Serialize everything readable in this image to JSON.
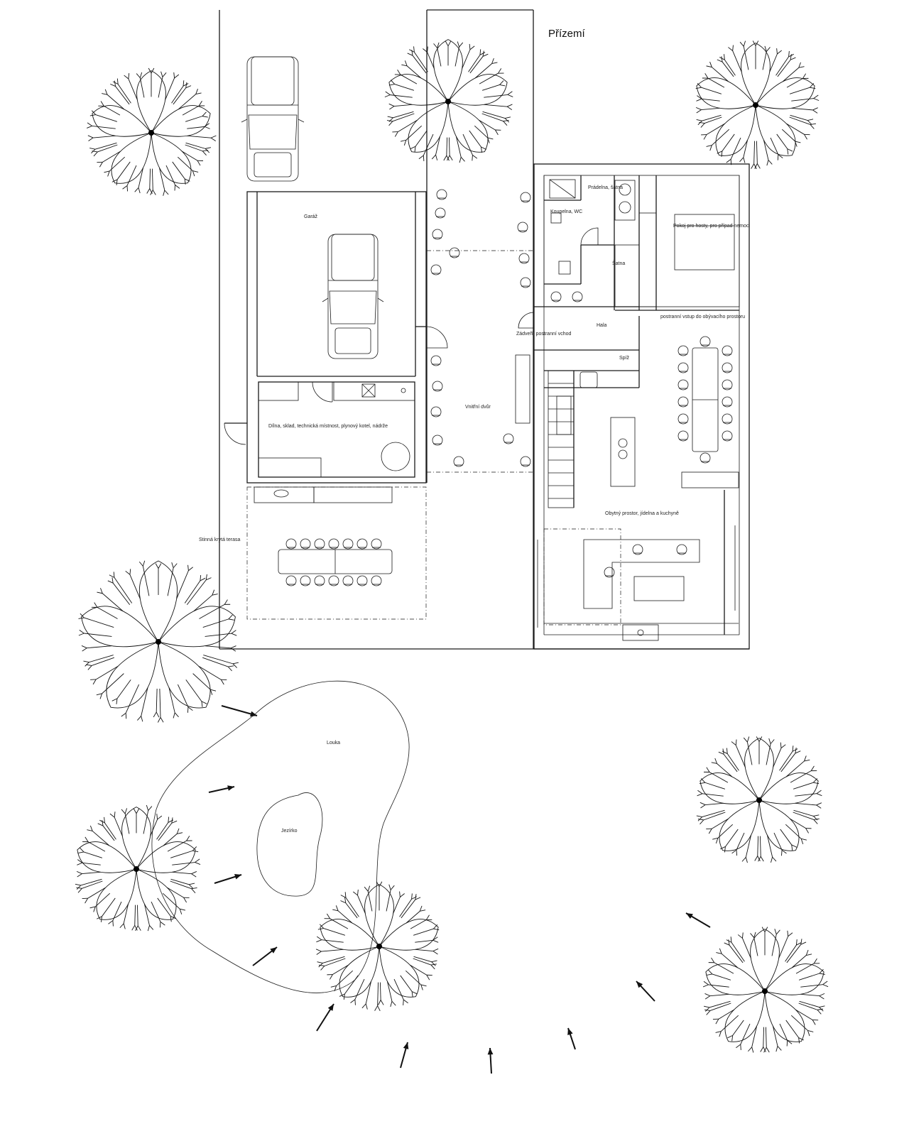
{
  "title": "Přízemí",
  "rooms": [
    {
      "id": "garage",
      "label": "Garáž"
    },
    {
      "id": "storage",
      "label": "Dílna, sklad, technická místnost, plynový kotel, nádrže"
    },
    {
      "id": "terrace",
      "label": "Stinná krytá terasa"
    },
    {
      "id": "atrium",
      "label": "Vnitřní dvůr"
    },
    {
      "id": "laundry",
      "label": "Prádelna, šatna"
    },
    {
      "id": "wc",
      "label": "Koupelna, WC"
    },
    {
      "id": "guest",
      "label": "Pokoj pro hosty, pro případ nemoci"
    },
    {
      "id": "hall",
      "label": "Hala"
    },
    {
      "id": "pantry",
      "label": "Spíž"
    },
    {
      "id": "closet",
      "label": "Šatna"
    },
    {
      "id": "entry",
      "label": "Zádveří, postranní vchod"
    },
    {
      "id": "dining",
      "label": "postranní vstup do obývacího prostoru"
    },
    {
      "id": "living",
      "label": "Obytný prostor, jídelna a kuchyně"
    },
    {
      "id": "meadow",
      "label": "Louka"
    },
    {
      "id": "pond",
      "label": "Jezírko"
    }
  ],
  "icons": [
    "tree-icon",
    "car-icon",
    "arrow-icon",
    "table-icon",
    "chair-icon",
    "stair-icon",
    "door-icon"
  ]
}
